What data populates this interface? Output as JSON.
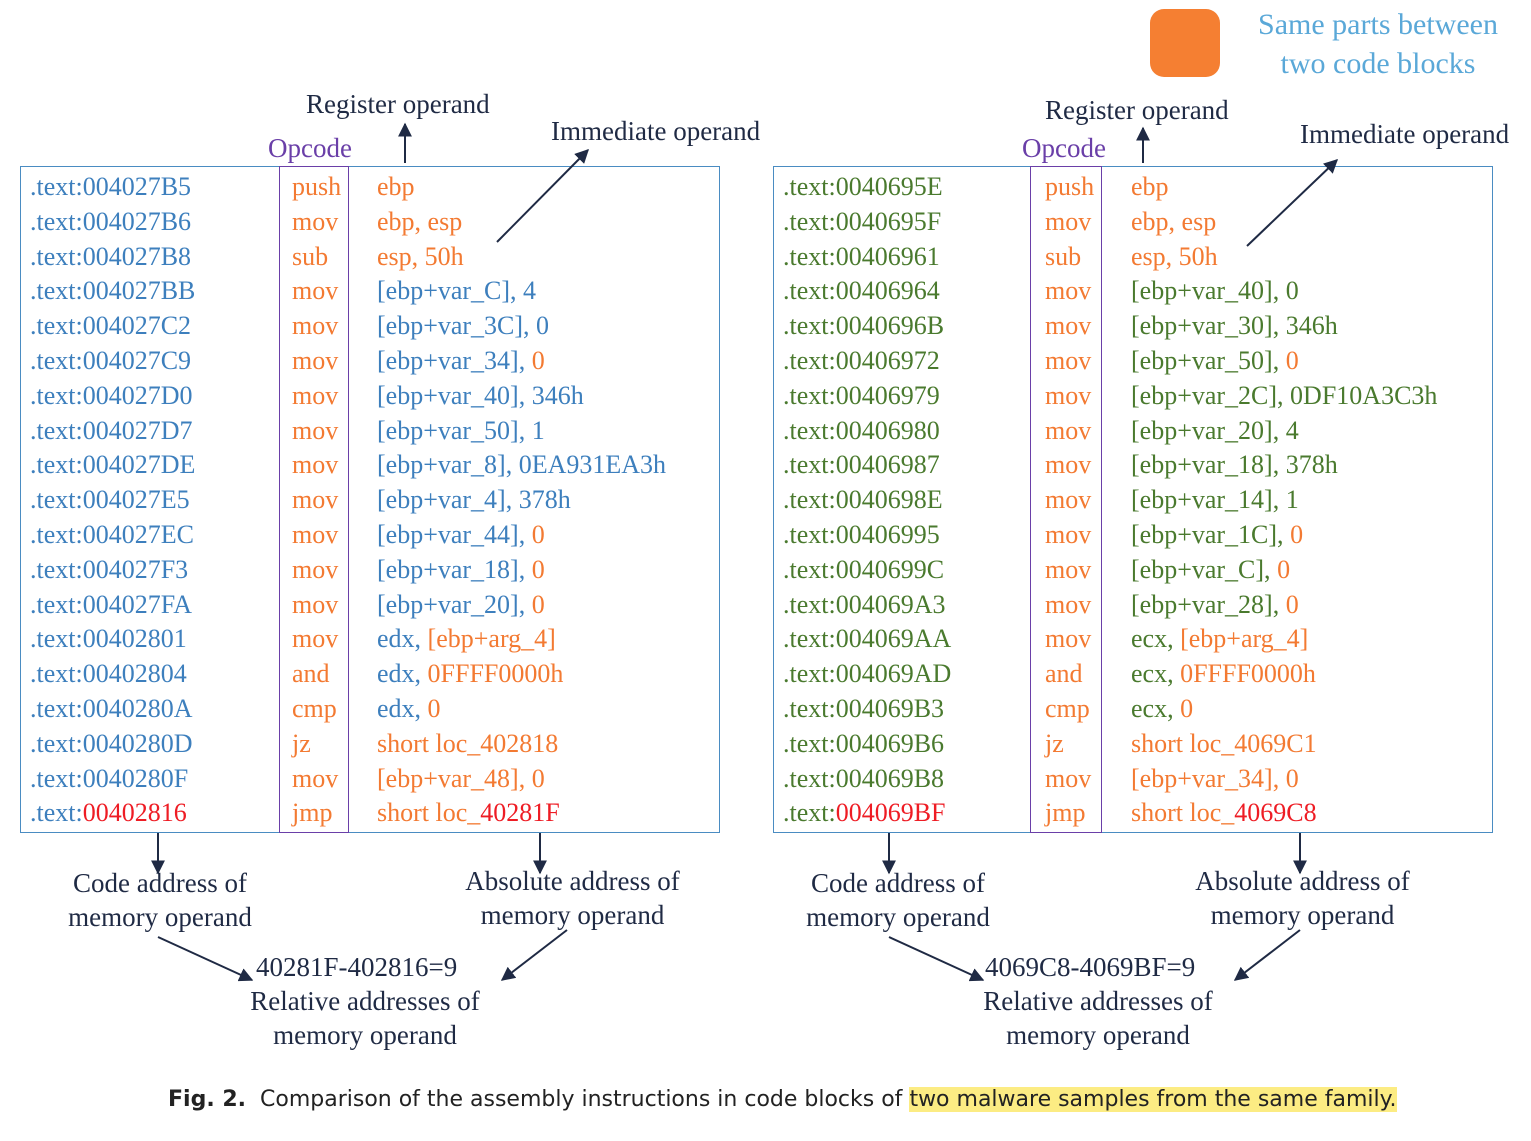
{
  "colors": {
    "blue": "#3d7fbd",
    "orange": "#f37a32",
    "green": "#4a7a2e",
    "red": "#ee1c24",
    "purple": "#6a3fa8",
    "navy": "#1f2a44"
  },
  "legend": {
    "text_line1": "Same parts between",
    "text_line2": "two code blocks",
    "swatch_color": "#f57f32"
  },
  "left": {
    "register_label": "Register operand",
    "immediate_label": "Immediate operand",
    "opcode_label": "Opcode",
    "code_addr_label_1": "Code address of",
    "code_addr_label_2": "memory operand",
    "abs_addr_label_1": "Absolute address of",
    "abs_addr_label_2": "memory operand",
    "calc": "40281F-402816=9",
    "rel_label_1": "Relative addresses of",
    "rel_label_2": "memory operand",
    "rows": [
      {
        "addr": [
          {
            "t": ".text:004027B5",
            "c": "blue"
          }
        ],
        "op": {
          "t": "push",
          "c": "orange"
        },
        "operand": [
          {
            "t": "ebp",
            "c": "orange"
          }
        ]
      },
      {
        "addr": [
          {
            "t": ".text:004027B6",
            "c": "blue"
          }
        ],
        "op": {
          "t": "mov",
          "c": "orange"
        },
        "operand": [
          {
            "t": "ebp, esp",
            "c": "orange"
          }
        ]
      },
      {
        "addr": [
          {
            "t": ".text:004027B8",
            "c": "blue"
          }
        ],
        "op": {
          "t": "sub",
          "c": "orange"
        },
        "operand": [
          {
            "t": "esp, 50h",
            "c": "orange"
          }
        ]
      },
      {
        "addr": [
          {
            "t": ".text:004027BB",
            "c": "blue"
          }
        ],
        "op": {
          "t": "mov",
          "c": "orange"
        },
        "operand": [
          {
            "t": "[ebp+var_C], 4",
            "c": "blue"
          }
        ]
      },
      {
        "addr": [
          {
            "t": ".text:004027C2",
            "c": "blue"
          }
        ],
        "op": {
          "t": "mov",
          "c": "orange"
        },
        "operand": [
          {
            "t": "[ebp+var_3C], 0",
            "c": "blue"
          }
        ]
      },
      {
        "addr": [
          {
            "t": ".text:004027C9",
            "c": "blue"
          }
        ],
        "op": {
          "t": "mov",
          "c": "orange"
        },
        "operand": [
          {
            "t": "[ebp+var_34], ",
            "c": "blue"
          },
          {
            "t": "0",
            "c": "orange"
          }
        ]
      },
      {
        "addr": [
          {
            "t": ".text:004027D0",
            "c": "blue"
          }
        ],
        "op": {
          "t": "mov",
          "c": "orange"
        },
        "operand": [
          {
            "t": "[ebp+var_40], 346h",
            "c": "blue"
          }
        ]
      },
      {
        "addr": [
          {
            "t": ".text:004027D7",
            "c": "blue"
          }
        ],
        "op": {
          "t": "mov",
          "c": "orange"
        },
        "operand": [
          {
            "t": "[ebp+var_50], 1",
            "c": "blue"
          }
        ]
      },
      {
        "addr": [
          {
            "t": ".text:004027DE",
            "c": "blue"
          }
        ],
        "op": {
          "t": "mov",
          "c": "orange"
        },
        "operand": [
          {
            "t": "[ebp+var_8], 0EA931EA3h",
            "c": "blue"
          }
        ]
      },
      {
        "addr": [
          {
            "t": ".text:004027E5",
            "c": "blue"
          }
        ],
        "op": {
          "t": "mov",
          "c": "orange"
        },
        "operand": [
          {
            "t": "[ebp+var_4], 378h",
            "c": "blue"
          }
        ]
      },
      {
        "addr": [
          {
            "t": ".text:004027EC",
            "c": "blue"
          }
        ],
        "op": {
          "t": "mov",
          "c": "orange"
        },
        "operand": [
          {
            "t": "[ebp+var_44], ",
            "c": "blue"
          },
          {
            "t": "0",
            "c": "orange"
          }
        ]
      },
      {
        "addr": [
          {
            "t": ".text:004027F3",
            "c": "blue"
          }
        ],
        "op": {
          "t": "mov",
          "c": "orange"
        },
        "operand": [
          {
            "t": "[ebp+var_18], ",
            "c": "blue"
          },
          {
            "t": "0",
            "c": "orange"
          }
        ]
      },
      {
        "addr": [
          {
            "t": ".text:004027FA",
            "c": "blue"
          }
        ],
        "op": {
          "t": "mov",
          "c": "orange"
        },
        "operand": [
          {
            "t": "[ebp+var_20], ",
            "c": "blue"
          },
          {
            "t": "0",
            "c": "orange"
          }
        ]
      },
      {
        "addr": [
          {
            "t": ".text:00402801",
            "c": "blue"
          }
        ],
        "op": {
          "t": "mov",
          "c": "orange"
        },
        "operand": [
          {
            "t": "edx, ",
            "c": "blue"
          },
          {
            "t": "[ebp+arg_4]",
            "c": "orange"
          }
        ]
      },
      {
        "addr": [
          {
            "t": ".text:00402804",
            "c": "blue"
          }
        ],
        "op": {
          "t": "and",
          "c": "orange"
        },
        "operand": [
          {
            "t": "edx, ",
            "c": "blue"
          },
          {
            "t": "0FFFF0000h",
            "c": "orange"
          }
        ]
      },
      {
        "addr": [
          {
            "t": ".text:0040280A",
            "c": "blue"
          }
        ],
        "op": {
          "t": "cmp",
          "c": "orange"
        },
        "operand": [
          {
            "t": "edx, ",
            "c": "blue"
          },
          {
            "t": "0",
            "c": "orange"
          }
        ]
      },
      {
        "addr": [
          {
            "t": ".text:0040280D",
            "c": "blue"
          }
        ],
        "op": {
          "t": "jz",
          "c": "orange"
        },
        "operand": [
          {
            "t": "short loc_402818",
            "c": "orange"
          }
        ]
      },
      {
        "addr": [
          {
            "t": ".text:0040280F",
            "c": "blue"
          }
        ],
        "op": {
          "t": "mov",
          "c": "orange"
        },
        "operand": [
          {
            "t": "[ebp+var_48], 0",
            "c": "orange"
          }
        ]
      },
      {
        "addr": [
          {
            "t": ".text:",
            "c": "blue"
          },
          {
            "t": "00402816",
            "c": "red"
          }
        ],
        "op": {
          "t": "jmp",
          "c": "orange"
        },
        "operand": [
          {
            "t": "short loc_",
            "c": "orange"
          },
          {
            "t": "40281F",
            "c": "red"
          }
        ]
      }
    ]
  },
  "right": {
    "register_label": "Register operand",
    "immediate_label": "Immediate operand",
    "opcode_label": "Opcode",
    "code_addr_label_1": "Code address of",
    "code_addr_label_2": "memory operand",
    "abs_addr_label_1": "Absolute address of",
    "abs_addr_label_2": "memory operand",
    "calc": "4069C8-4069BF=9",
    "rel_label_1": "Relative addresses of",
    "rel_label_2": "memory operand",
    "rows": [
      {
        "addr": [
          {
            "t": ".text:0040695E",
            "c": "green"
          }
        ],
        "op": {
          "t": "push",
          "c": "orange"
        },
        "operand": [
          {
            "t": "ebp",
            "c": "orange"
          }
        ]
      },
      {
        "addr": [
          {
            "t": ".text:0040695F",
            "c": "green"
          }
        ],
        "op": {
          "t": "mov",
          "c": "orange"
        },
        "operand": [
          {
            "t": "ebp, esp",
            "c": "orange"
          }
        ]
      },
      {
        "addr": [
          {
            "t": ".text:00406961",
            "c": "green"
          }
        ],
        "op": {
          "t": "sub",
          "c": "orange"
        },
        "operand": [
          {
            "t": "esp, 50h",
            "c": "orange"
          }
        ]
      },
      {
        "addr": [
          {
            "t": ".text:00406964",
            "c": "green"
          }
        ],
        "op": {
          "t": "mov",
          "c": "orange"
        },
        "operand": [
          {
            "t": "[ebp+var_40], 0",
            "c": "green"
          }
        ]
      },
      {
        "addr": [
          {
            "t": ".text:0040696B",
            "c": "green"
          }
        ],
        "op": {
          "t": "mov",
          "c": "orange"
        },
        "operand": [
          {
            "t": "[ebp+var_30], 346h",
            "c": "green"
          }
        ]
      },
      {
        "addr": [
          {
            "t": ".text:00406972",
            "c": "green"
          }
        ],
        "op": {
          "t": "mov",
          "c": "orange"
        },
        "operand": [
          {
            "t": "[ebp+var_50], ",
            "c": "green"
          },
          {
            "t": "0",
            "c": "orange"
          }
        ]
      },
      {
        "addr": [
          {
            "t": ".text:00406979",
            "c": "green"
          }
        ],
        "op": {
          "t": "mov",
          "c": "orange"
        },
        "operand": [
          {
            "t": "[ebp+var_2C], 0DF10A3C3h",
            "c": "green"
          }
        ]
      },
      {
        "addr": [
          {
            "t": ".text:00406980",
            "c": "green"
          }
        ],
        "op": {
          "t": "mov",
          "c": "orange"
        },
        "operand": [
          {
            "t": "[ebp+var_20], 4",
            "c": "green"
          }
        ]
      },
      {
        "addr": [
          {
            "t": ".text:00406987",
            "c": "green"
          }
        ],
        "op": {
          "t": "mov",
          "c": "orange"
        },
        "operand": [
          {
            "t": "[ebp+var_18], 378h",
            "c": "green"
          }
        ]
      },
      {
        "addr": [
          {
            "t": ".text:0040698E",
            "c": "green"
          }
        ],
        "op": {
          "t": "mov",
          "c": "orange"
        },
        "operand": [
          {
            "t": "[ebp+var_14], 1",
            "c": "green"
          }
        ]
      },
      {
        "addr": [
          {
            "t": ".text:00406995",
            "c": "green"
          }
        ],
        "op": {
          "t": "mov",
          "c": "orange"
        },
        "operand": [
          {
            "t": "[ebp+var_1C], ",
            "c": "green"
          },
          {
            "t": "0",
            "c": "orange"
          }
        ]
      },
      {
        "addr": [
          {
            "t": ".text:0040699C",
            "c": "green"
          }
        ],
        "op": {
          "t": "mov",
          "c": "orange"
        },
        "operand": [
          {
            "t": "[ebp+var_C], ",
            "c": "green"
          },
          {
            "t": "0",
            "c": "orange"
          }
        ]
      },
      {
        "addr": [
          {
            "t": ".text:004069A3",
            "c": "green"
          }
        ],
        "op": {
          "t": "mov",
          "c": "orange"
        },
        "operand": [
          {
            "t": "[ebp+var_28], ",
            "c": "green"
          },
          {
            "t": "0",
            "c": "orange"
          }
        ]
      },
      {
        "addr": [
          {
            "t": ".text:004069AA",
            "c": "green"
          }
        ],
        "op": {
          "t": "mov",
          "c": "orange"
        },
        "operand": [
          {
            "t": "ecx, ",
            "c": "green"
          },
          {
            "t": "[ebp+arg_4]",
            "c": "orange"
          }
        ]
      },
      {
        "addr": [
          {
            "t": ".text:004069AD",
            "c": "green"
          }
        ],
        "op": {
          "t": "and",
          "c": "orange"
        },
        "operand": [
          {
            "t": "ecx, ",
            "c": "green"
          },
          {
            "t": "0FFFF0000h",
            "c": "orange"
          }
        ]
      },
      {
        "addr": [
          {
            "t": ".text:004069B3",
            "c": "green"
          }
        ],
        "op": {
          "t": "cmp",
          "c": "orange"
        },
        "operand": [
          {
            "t": "ecx, ",
            "c": "green"
          },
          {
            "t": "0",
            "c": "orange"
          }
        ]
      },
      {
        "addr": [
          {
            "t": ".text:004069B6",
            "c": "green"
          }
        ],
        "op": {
          "t": "jz",
          "c": "orange"
        },
        "operand": [
          {
            "t": "short loc_4069C1",
            "c": "orange"
          }
        ]
      },
      {
        "addr": [
          {
            "t": ".text:004069B8",
            "c": "green"
          }
        ],
        "op": {
          "t": "mov",
          "c": "orange"
        },
        "operand": [
          {
            "t": "[ebp+var_34], 0",
            "c": "orange"
          }
        ]
      },
      {
        "addr": [
          {
            "t": ".text:",
            "c": "green"
          },
          {
            "t": "004069BF",
            "c": "red"
          }
        ],
        "op": {
          "t": "jmp",
          "c": "orange"
        },
        "operand": [
          {
            "t": "short loc_",
            "c": "orange"
          },
          {
            "t": "4069C8",
            "c": "red"
          }
        ]
      }
    ]
  },
  "caption": {
    "fig_label": "Fig. 2.",
    "text_plain": "Comparison of the assembly instructions in code blocks of",
    "text_highlight": "two malware samples from the same family."
  }
}
